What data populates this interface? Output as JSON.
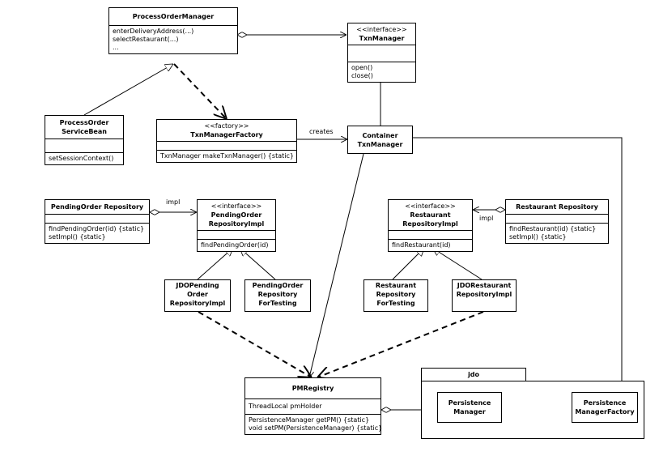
{
  "classes": {
    "process_order_manager": {
      "name": "ProcessOrderManager",
      "ops": [
        "enterDeliveryAddress(...)",
        "selectRestaurant(...)",
        "..."
      ]
    },
    "txn_manager": {
      "stereotype": "<<interface>>",
      "name": "TxnManager",
      "ops": [
        "open()",
        "close()"
      ]
    },
    "process_order_service_bean": {
      "name": "ProcessOrder ServiceBean",
      "ops": [
        "setSessionContext()"
      ]
    },
    "txn_manager_factory": {
      "stereotype": "<<factory>>",
      "name": "TxnManagerFactory",
      "ops": [
        "TxnManager makeTxnManager() {static}"
      ]
    },
    "container_txn_manager": {
      "name": "Container TxnManager"
    },
    "pending_order_repository": {
      "name": "PendingOrder Repository",
      "ops": [
        "findPendingOrder(id) {static}",
        "setImpl() {static}"
      ]
    },
    "pending_order_repository_impl": {
      "stereotype": "<<interface>>",
      "name": "PendingOrder RepositoryImpl",
      "ops": [
        "findPendingOrder(id)"
      ]
    },
    "restaurant_repository_impl": {
      "stereotype": "<<interface>>",
      "name": "Restaurant RepositoryImpl",
      "ops": [
        "findRestaurant(id)"
      ]
    },
    "restaurant_repository": {
      "name": "Restaurant Repository",
      "ops": [
        "findRestaurant(id) {static}",
        "setImpl() {static}"
      ]
    },
    "jdo_pending_order_repository_impl": {
      "name": "JDOPending Order RepositoryImpl"
    },
    "pending_order_repository_for_testing": {
      "name": "PendingOrder Repository ForTesting"
    },
    "restaurant_repository_for_testing": {
      "name": "Restaurant Repository ForTesting"
    },
    "jdo_restaurant_repository_impl": {
      "name": "JDORestaurant RepositoryImpl"
    },
    "pm_registry": {
      "name": "PMRegistry",
      "attrs": [
        "ThreadLocal pmHolder"
      ],
      "ops": [
        "PersistenceManager getPM() {static}",
        "void setPM(PersistenceManager) {static}"
      ]
    },
    "persistence_manager": {
      "name": "Persistence Manager"
    },
    "persistence_manager_factory": {
      "name": "Persistence ManagerFactory"
    }
  },
  "package": {
    "name": "jdo"
  },
  "labels": {
    "creates": "creates",
    "impl_left": "impl",
    "impl_right": "impl"
  }
}
